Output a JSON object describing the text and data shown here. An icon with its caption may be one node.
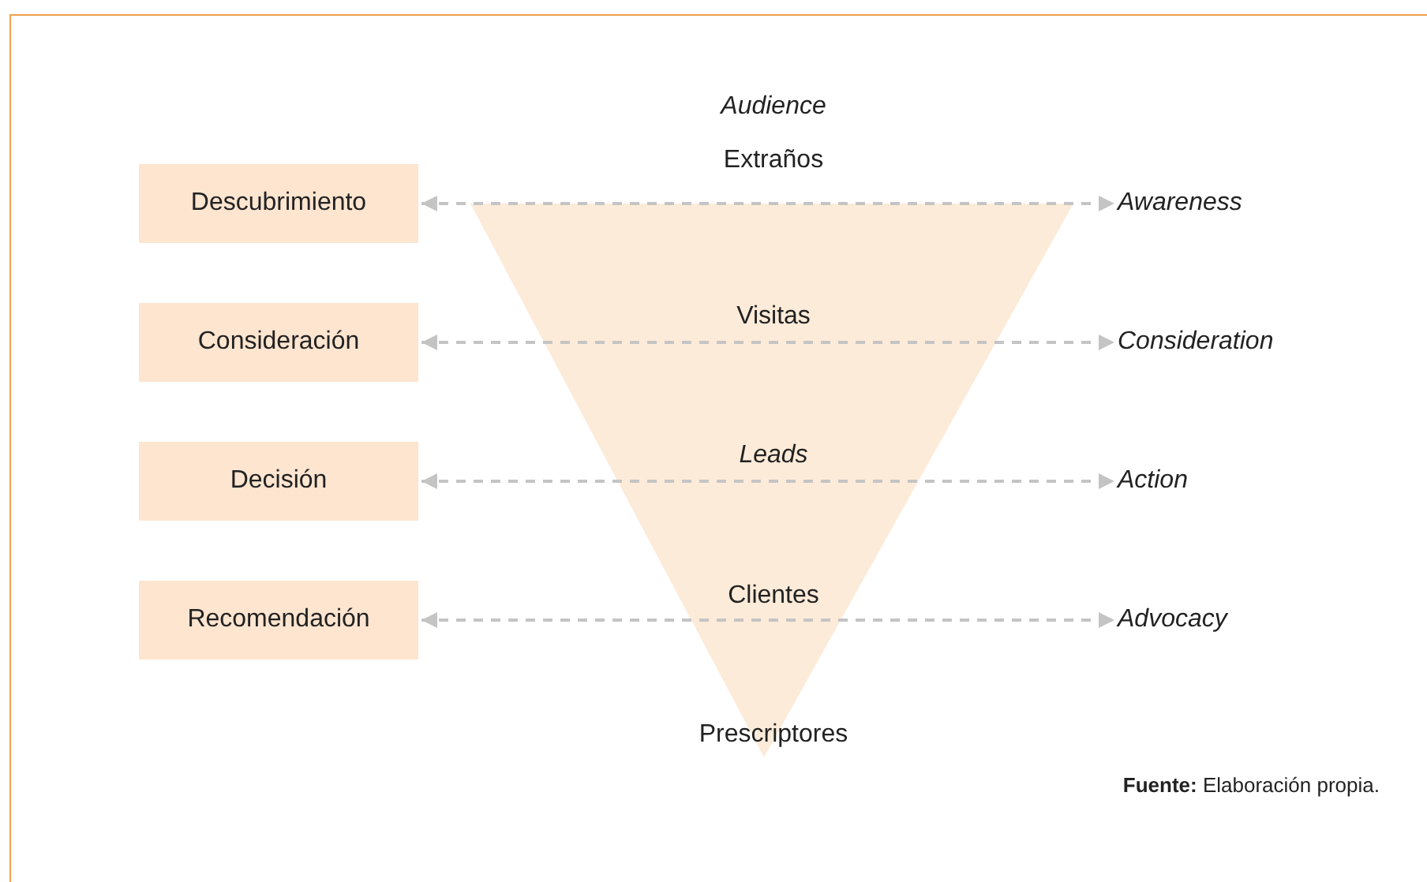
{
  "diagram": {
    "caption": "**Fuente:** Elaboración propia.",
    "nodes": [
      {
        "text": [
          "Descubrimiento"
        ]
      },
      {
        "text": [
          "Consideración"
        ]
      },
      {
        "text": [
          "Decisión"
        ]
      },
      {
        "text": [
          "Recomendación"
        ]
      },
      {
        "text": [
          "Awareness"
        ]
      },
      {
        "text": [
          "Consideration"
        ]
      },
      {
        "text": [
          "Action"
        ]
      },
      {
        "text": [
          "Advocacy"
        ]
      }
    ],
    "edges": [
      {
        "from": 0,
        "to": 4,
        "arrow": "both",
        "style": "dashed"
      },
      {
        "from": 1,
        "to": 5,
        "arrow": "both",
        "style": "dashed"
      },
      {
        "from": 2,
        "to": 6,
        "arrow": "both",
        "style": "dashed"
      },
      {
        "from": 3,
        "to": 7,
        "arrow": "both",
        "style": "dashed"
      }
    ],
    "labels": [
      "Audience",
      "Extraños",
      "Visitas",
      "Leads",
      "Clientes",
      "Prescriptores"
    ]
  }
}
